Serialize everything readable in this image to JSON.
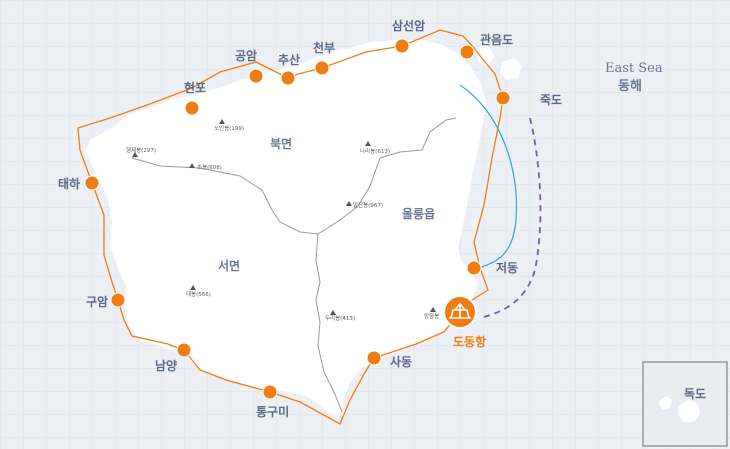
{
  "sea": {
    "name_en": "East Sea",
    "name_ko": "동해"
  },
  "regions": [
    {
      "id": "bukmyeon",
      "name": "북면"
    },
    {
      "id": "seomyeon",
      "name": "서면"
    },
    {
      "id": "ulleungeup",
      "name": "울릉읍"
    }
  ],
  "peaks": [
    {
      "id": "noin",
      "name": "노인봉(199)"
    },
    {
      "id": "hyeongje",
      "name": "형제봉(297)"
    },
    {
      "id": "chobong",
      "name": "초봉(608)"
    },
    {
      "id": "narisbong",
      "name": "나리봉(613)"
    },
    {
      "id": "mijeon",
      "name": "말잔봉(967)"
    },
    {
      "id": "daebong",
      "name": "대봉(566)"
    },
    {
      "id": "duribong",
      "name": "두리봉(413)"
    },
    {
      "id": "manghyang",
      "name": "망향봉"
    }
  ],
  "stops": [
    {
      "id": "hyeonpo",
      "name": "현포"
    },
    {
      "id": "gongam",
      "name": "공암"
    },
    {
      "id": "chusan",
      "name": "추산"
    },
    {
      "id": "cheonbu",
      "name": "천부"
    },
    {
      "id": "samseonam",
      "name": "삼선암"
    },
    {
      "id": "gwaneumdo",
      "name": "관음도"
    },
    {
      "id": "jukdo",
      "name": "죽도"
    },
    {
      "id": "taeha",
      "name": "태하"
    },
    {
      "id": "jeodong",
      "name": "저동"
    },
    {
      "id": "guam",
      "name": "구암"
    },
    {
      "id": "namyang",
      "name": "남양"
    },
    {
      "id": "sadong",
      "name": "사동"
    },
    {
      "id": "tonggumi",
      "name": "통구미"
    }
  ],
  "port": {
    "name": "도동항"
  },
  "inset": {
    "name": "독도"
  },
  "colors": {
    "background": "#e9ecf1",
    "grid": "#dfe3ea",
    "island": "#ffffff",
    "route_orange": "#f07d12",
    "route_blue": "#29a8d9",
    "route_purple": "#7a52c7",
    "road": "#8e8e8e"
  }
}
